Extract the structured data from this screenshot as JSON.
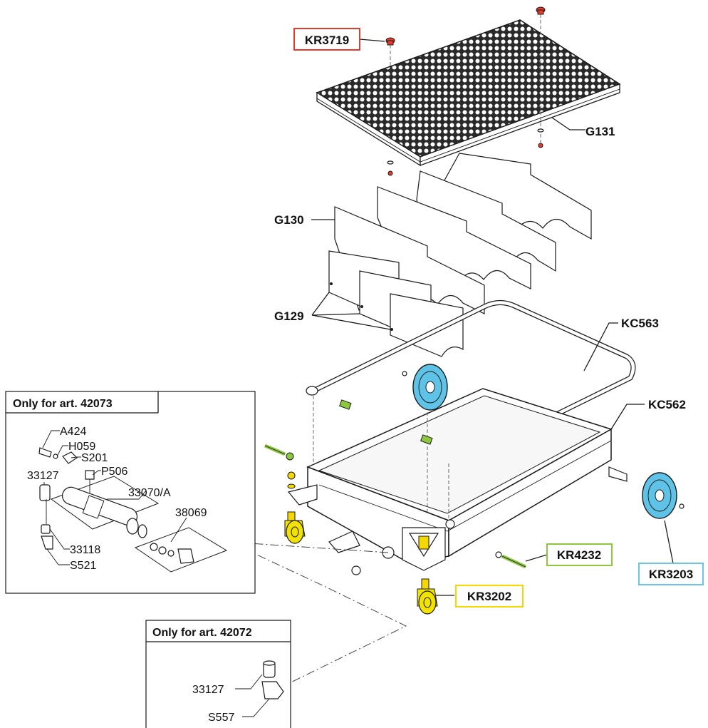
{
  "labels": {
    "kr3719": "KR3719",
    "g131": "G131",
    "g130": "G130",
    "g129": "G129",
    "kc563": "KC563",
    "kc562": "KC562",
    "kr4232": "KR4232",
    "kr3203": "KR3203",
    "kr3202": "KR3202"
  },
  "inset_42073": {
    "title": "Only for art. 42073",
    "parts": {
      "a424": "A424",
      "h059": "H059",
      "s201": "S201",
      "p506": "P506",
      "p33127": "33127",
      "p33070a": "33070/A",
      "p38069": "38069",
      "p33118": "33118",
      "s521": "S521"
    }
  },
  "inset_42072": {
    "title": "Only for art. 42072",
    "parts": {
      "p33127": "33127",
      "s557": "S557"
    }
  },
  "colors": {
    "red": "#e53b2f",
    "green": "#8dc63f",
    "blue": "#6cc4e8",
    "yellow": "#f5d800",
    "caster": "#f2e200",
    "wheel": "#5ec3e6"
  }
}
